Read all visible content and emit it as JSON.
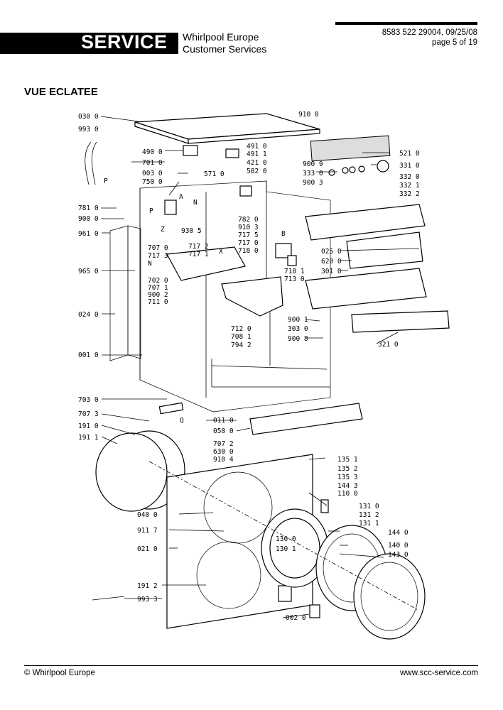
{
  "header": {
    "service_label": "SERVICE",
    "company_line1": "Whirlpool Europe",
    "company_line2": "Customer Services",
    "doc_id": "8583 522 29004, 09/25/08",
    "page": "page 5 of 19"
  },
  "title": "VUE ECLATEE",
  "footer": {
    "copyright": "© Whirlpool Europe",
    "website": "www.scc-service.com"
  },
  "part_labels": [
    "030 0",
    "993 0",
    "490 0",
    "701 0",
    "003 0",
    "750 0",
    "571 0",
    "491 0",
    "491 1",
    "421 0",
    "582 0",
    "910 0",
    "900 9",
    "333 0",
    "900 3",
    "521 0",
    "331 0",
    "332 0",
    "332 1",
    "332 2",
    "781 0",
    "900 0",
    "961 0",
    "930 5",
    "782 0",
    "910 3",
    "717 5",
    "717 0",
    "718 0",
    "707 0",
    "717 3",
    "717 2",
    "717 1",
    "702 0",
    "707 1",
    "900 2",
    "711 0",
    "965 0",
    "025 0",
    "620 0",
    "301 0",
    "718 1",
    "713 0",
    "024 0",
    "900 1",
    "303 0",
    "712 0",
    "708 1",
    "794 2",
    "900 8",
    "321 0",
    "001 0",
    "703 0",
    "707 3",
    "191 0",
    "191 1",
    "011 0",
    "050 0",
    "707 2",
    "630 0",
    "910 4",
    "135 1",
    "135 2",
    "135 3",
    "144 3",
    "110 0",
    "131 0",
    "131 2",
    "131 1",
    "040 0",
    "911 7",
    "144 0",
    "130 0",
    "130 1",
    "140 0",
    "143 0",
    "021 0",
    "191 2",
    "993 3",
    "002 0"
  ],
  "letter_marks": [
    "P",
    "P",
    "A",
    "N",
    "Z",
    "B",
    "X",
    "N",
    "Q"
  ]
}
